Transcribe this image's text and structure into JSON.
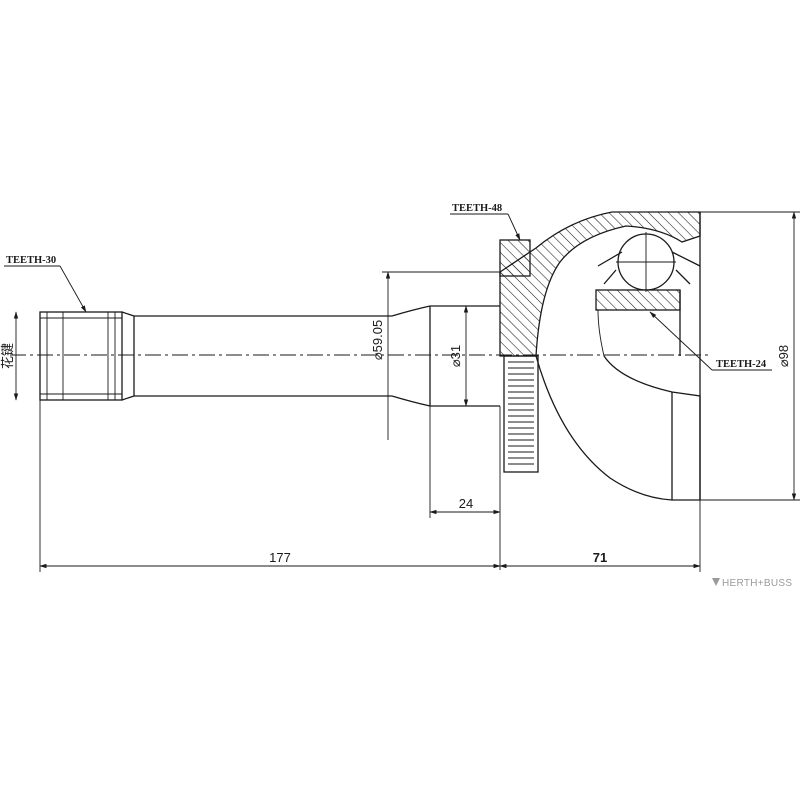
{
  "labels": {
    "teeth_shaft": "TEETH-30",
    "teeth_bell": "TEETH-48",
    "teeth_inner": "TEETH-24",
    "shaft_end": "花键"
  },
  "dimensions": {
    "length_shaft": "177",
    "length_bell": "71",
    "neck_length": "24",
    "dia_outer": "⌀98",
    "dia_flange": "⌀59.05",
    "dia_shaft": "⌀31"
  },
  "watermark": "HERTH+BUSS"
}
